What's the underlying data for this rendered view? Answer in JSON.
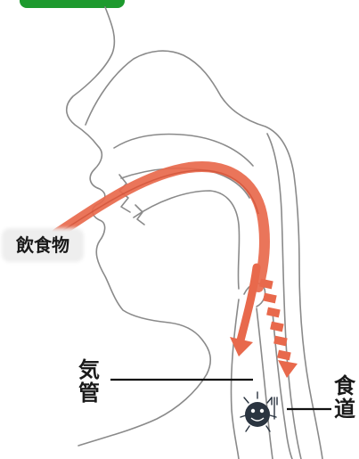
{
  "labels": {
    "food": "飲食物",
    "trachea": [
      "気",
      "管"
    ],
    "esophagus": [
      "食",
      "道"
    ]
  },
  "colors": {
    "arrow": "#e8694c",
    "arrow_dark": "#c8482e",
    "outline": "#8a8a8a",
    "badge": "#1e9a2e",
    "germ": "#2a3440"
  },
  "icons": {
    "germ": "germ-icon"
  }
}
